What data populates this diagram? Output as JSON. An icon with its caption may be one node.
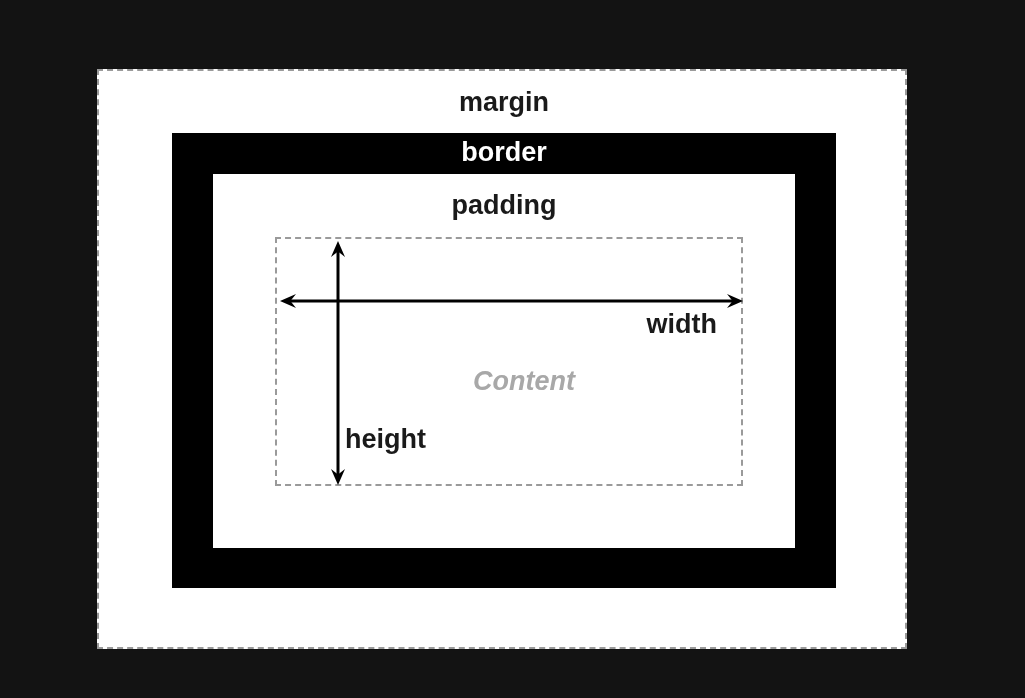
{
  "diagram": {
    "nodes": [
      {
        "text": [
          "margin"
        ]
      },
      {
        "text": [
          "border"
        ],
        "in": 0
      },
      {
        "text": [
          "padding"
        ],
        "in": 1
      },
      {
        "text": [
          "Content"
        ],
        "in": 2
      }
    ],
    "labels": [
      "width",
      "height"
    ]
  }
}
